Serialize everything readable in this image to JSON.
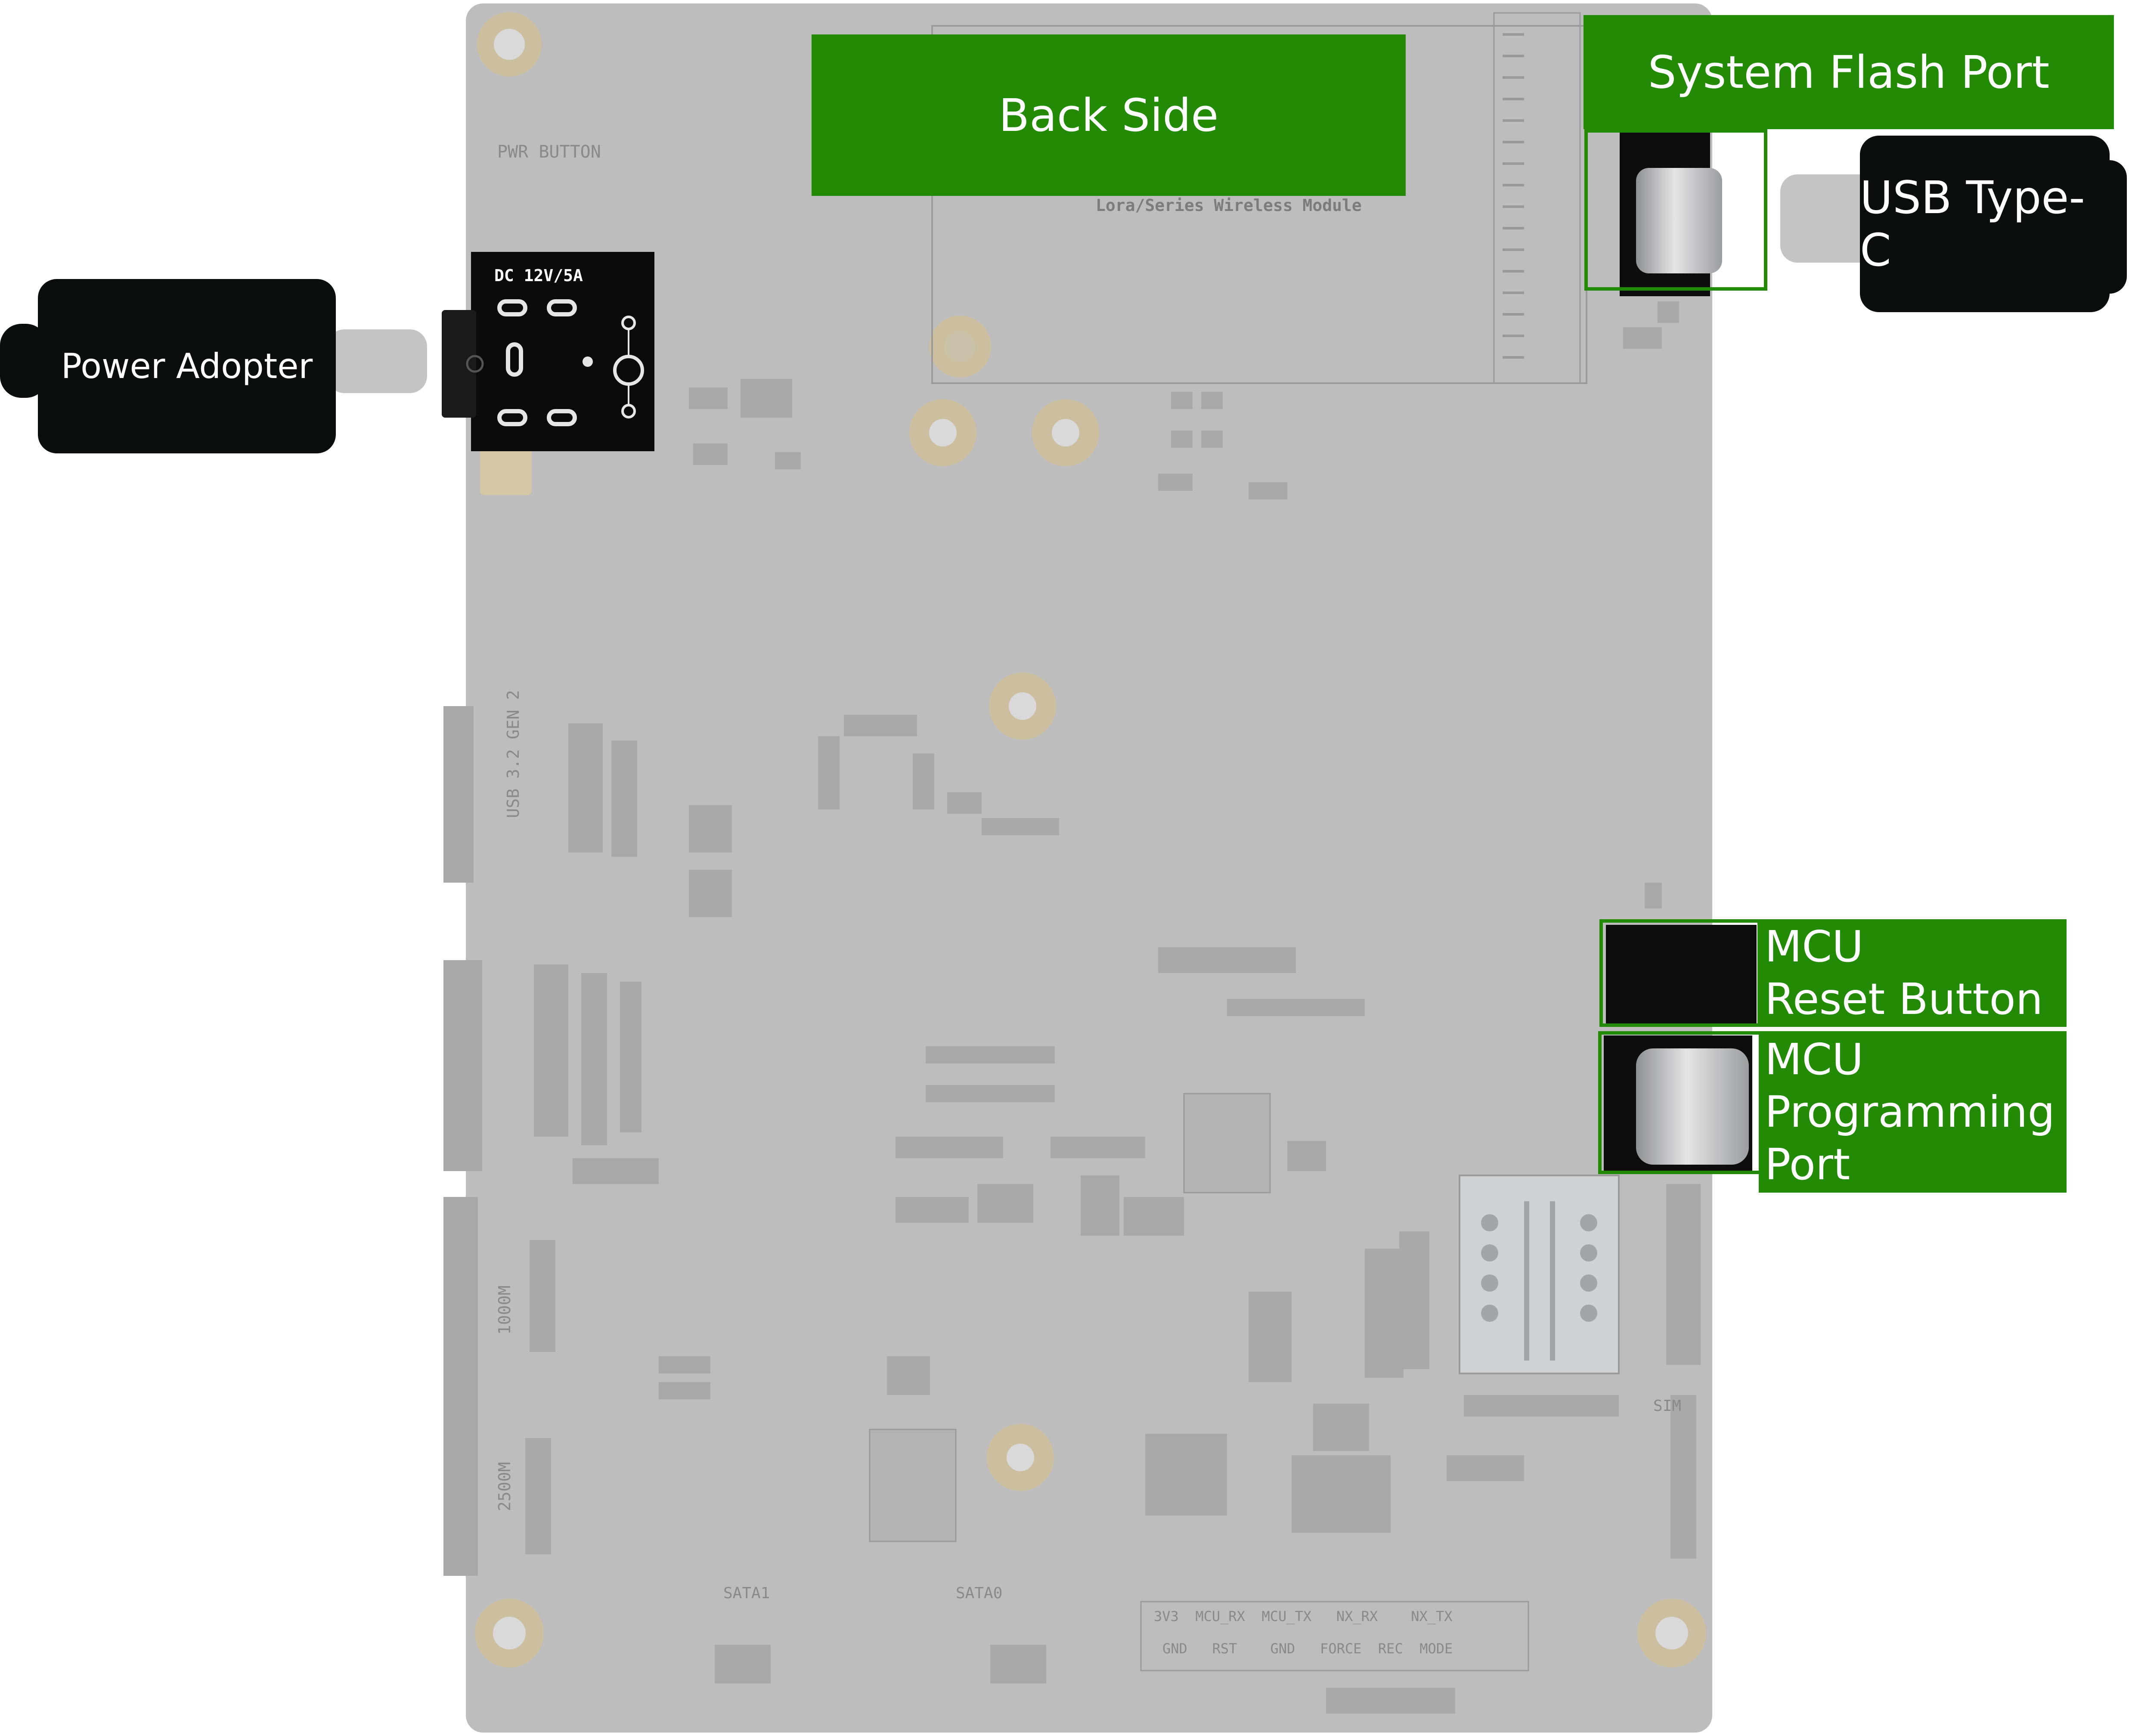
{
  "title": "Back Side",
  "connectors": {
    "power": {
      "label": "Power Adopter"
    },
    "usb": {
      "label": "USB Type-C"
    }
  },
  "ports": {
    "system_flash": {
      "label": "System Flash Port"
    },
    "mcu_reset": {
      "line1": "MCU",
      "line2": "Reset Button"
    },
    "mcu_programming": {
      "line1": "MCU",
      "line2": "Programming",
      "line3": "Port"
    }
  },
  "silkscreen": {
    "pwr_button": "PWR BUTTON",
    "dc_jack": "DC 12V/5A",
    "wireless": "Lora/Series Wireless Module",
    "usb32": "USB 3.2 GEN 2",
    "eth_1000": "1000M",
    "eth_2500": "2500M",
    "sata1": "SATA1",
    "sata0": "SATA0",
    "sim": "SIM",
    "header_top": "3V3  MCU_RX  MCU_TX   NX_RX    NX_TX",
    "header_bottom": "GND   RST    GND   FORCE  REC  MODE"
  },
  "colors": {
    "accent_green": "#238a05",
    "board_grey": "#bdbdbd",
    "plug_black": "#0a0e0e"
  }
}
